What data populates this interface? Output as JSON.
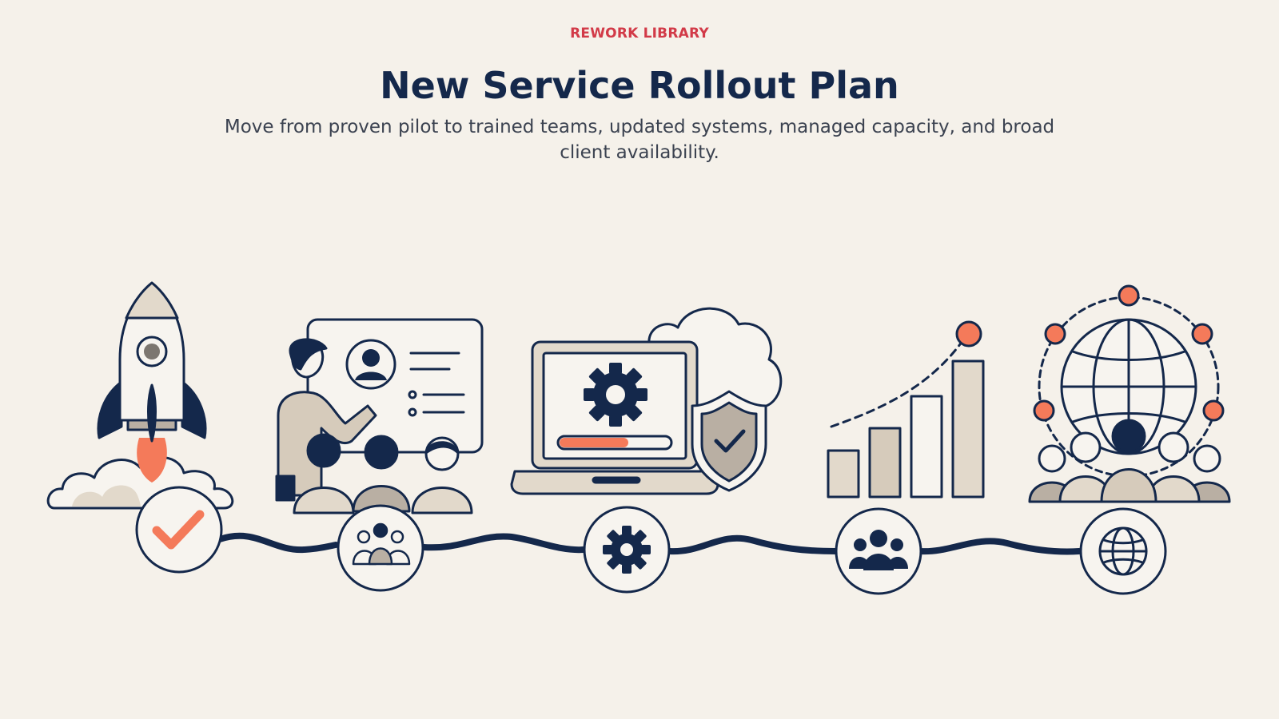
{
  "header": {
    "eyebrow": "REWORK LIBRARY",
    "title": "New Service Rollout Plan",
    "subtitle": "Move from proven pilot to trained teams, updated systems, managed capacity, and broad client availability."
  },
  "colors": {
    "background": "#f5f1ea",
    "navy": "#14284b",
    "accent_red": "#d23a48",
    "coral": "#f47a5a",
    "beige": "#e2d9cb",
    "taupe": "#b9afa3"
  },
  "stages": [
    {
      "illustration": "rocket-launch",
      "icon": "check-icon"
    },
    {
      "illustration": "training-presentation",
      "icon": "team-icon"
    },
    {
      "illustration": "laptop-settings-cloud-shield",
      "icon": "gear-icon"
    },
    {
      "illustration": "growth-bar-chart",
      "icon": "people-icon"
    },
    {
      "illustration": "global-network",
      "icon": "globe-icon"
    }
  ]
}
